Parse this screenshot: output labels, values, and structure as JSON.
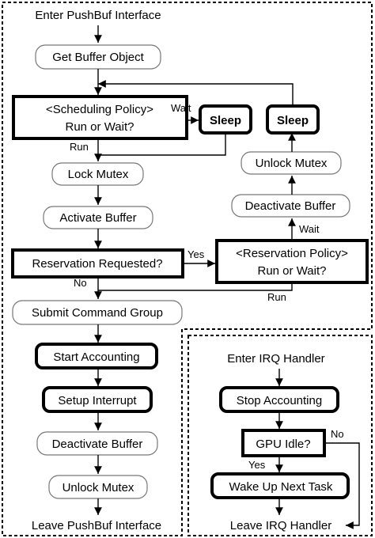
{
  "pushbuf": {
    "title": "Enter PushBuf Interface",
    "get_buffer": "Get Buffer Object",
    "sched_policy_line1": "<Scheduling Policy>",
    "sched_policy_line2": "Run or Wait?",
    "wait_label_1": "Wait",
    "sleep_1": "Sleep",
    "run_label_1": "Run",
    "lock_mutex": "Lock Mutex",
    "activate_buffer": "Activate Buffer",
    "reservation_requested": "Reservation Requested?",
    "yes_label": "Yes",
    "no_label": "No",
    "res_policy_line1": "<Reservation Policy>",
    "res_policy_line2": "Run or Wait?",
    "wait_label_2": "Wait",
    "run_label_2": "Run",
    "deactivate_buffer_right": "Deactivate Buffer",
    "unlock_mutex_right": "Unlock Mutex",
    "sleep_2": "Sleep",
    "submit_command": "Submit Command Group",
    "start_accounting": "Start Accounting",
    "setup_interrupt": "Setup Interrupt",
    "deactivate_buffer": "Deactivate Buffer",
    "unlock_mutex": "Unlock Mutex",
    "leave": "Leave PushBuf Interface"
  },
  "irq": {
    "title": "Enter IRQ Handler",
    "stop_accounting": "Stop Accounting",
    "gpu_idle": "GPU Idle?",
    "no_label": "No",
    "yes_label": "Yes",
    "wake_up": "Wake Up Next Task",
    "leave": "Leave IRQ Handler"
  }
}
